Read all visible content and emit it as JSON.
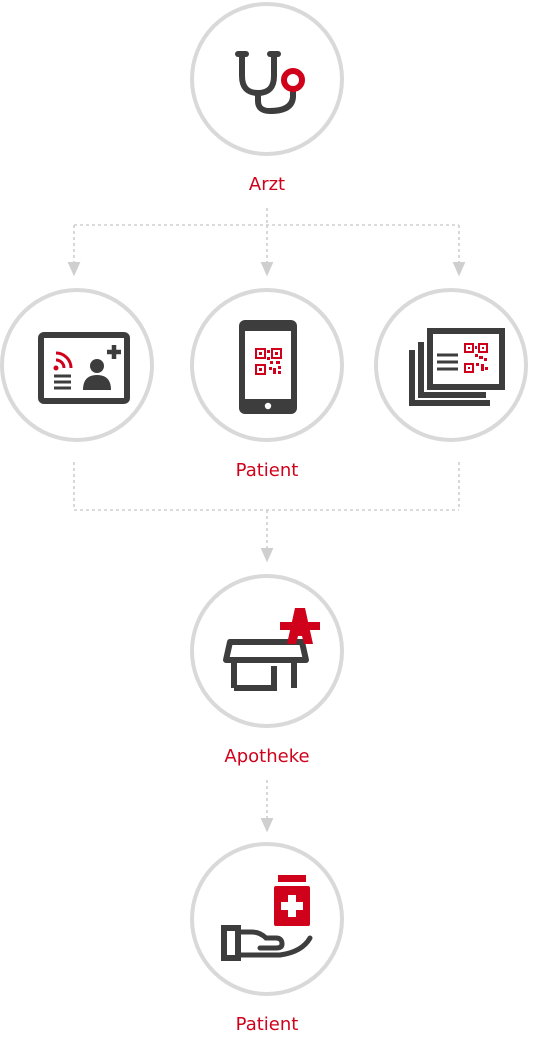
{
  "colors": {
    "accent": "#d0021b",
    "icon": "#3d3d3d",
    "circle_border": "#d9d9d9",
    "connector": "#cfcfcf"
  },
  "nodes": {
    "doctor": {
      "label": "Arzt",
      "icon": "stethoscope-icon"
    },
    "egk_card": {
      "label": "",
      "icon": "health-card-nfc-icon"
    },
    "smartphone": {
      "label": "",
      "icon": "smartphone-qr-icon"
    },
    "paper_prescription": {
      "label": "",
      "icon": "paper-prescription-qr-icon"
    },
    "patient_group": {
      "label": "Patient"
    },
    "pharmacy": {
      "label": "Apotheke",
      "icon": "pharmacy-icon"
    },
    "patient_final": {
      "label": "Patient",
      "icon": "hand-medicine-icon"
    }
  }
}
